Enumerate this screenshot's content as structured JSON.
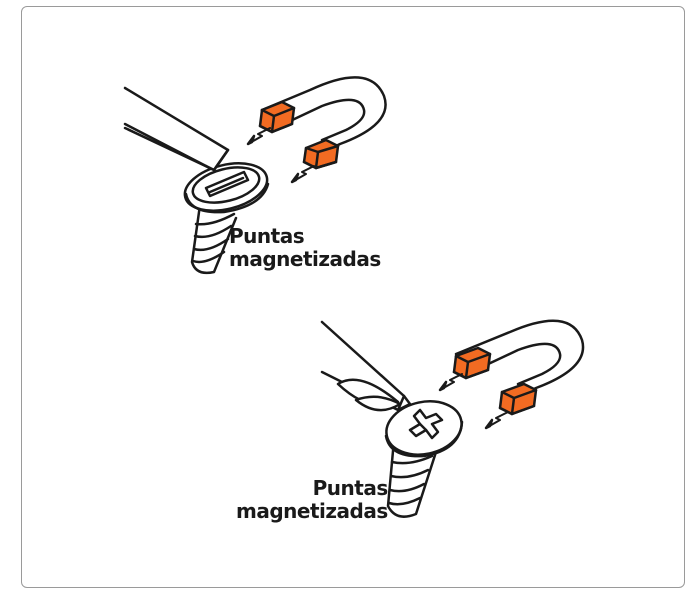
{
  "panels": [
    {
      "id": "flat",
      "label_lines": [
        "Puntas",
        "magnetizadas"
      ],
      "icons": [
        "flathead-screwdriver-icon",
        "slotted-screw-icon",
        "horseshoe-magnet-icon"
      ]
    },
    {
      "id": "phillips",
      "label_lines": [
        "Puntas",
        "magnetizadas"
      ],
      "icons": [
        "phillips-screwdriver-icon",
        "phillips-screw-icon",
        "horseshoe-magnet-icon"
      ]
    }
  ],
  "colors": {
    "magnet_pole": "#f26b22",
    "line": "#1a1a1a",
    "border": "#9a9a9a"
  }
}
